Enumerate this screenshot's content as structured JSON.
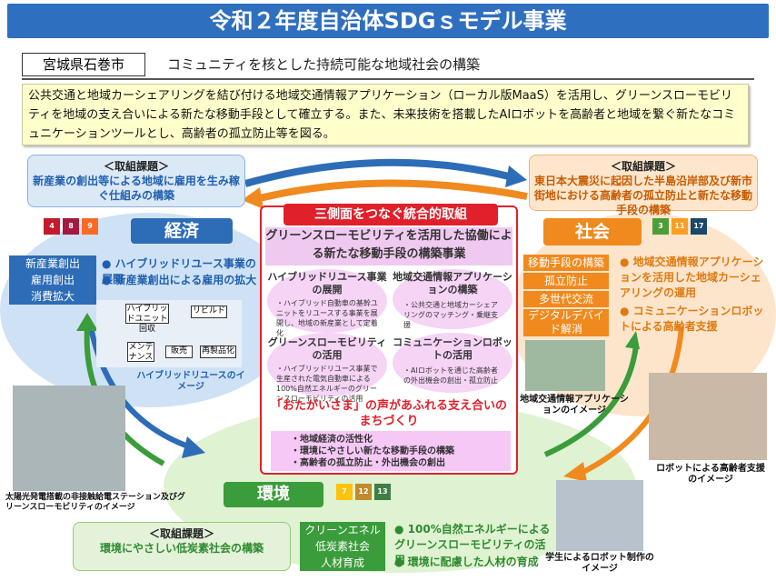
{
  "title": "令和２年度自治体SDGｓモデル事業",
  "city": "宮城県石巻市",
  "tagline": "コミュニティを核とした持続可能な地域社会の構築",
  "summary": "公共交通と地域カーシェアリングを結び付ける地域交通情報アプリケーション（ローカル版MaaS）を活用し、グリーンスローモビリティを地域の支え合いによる新たな移動手段として確立する。また、未来技術を搭載したAIロボットを高齢者と地域を繋ぐ新たなコミュニケーションツールとし、高齢者の孤立防止等を図る。",
  "kadai_header": "＜取組課題＞",
  "economy": {
    "kadai": "新産業の創出等による地域に雇用を生み稼ぐ仕組みの構築",
    "heading": "経済",
    "tags": [
      "新産業創出",
      "雇用創出",
      "消費拡大"
    ],
    "bullets": [
      "ハイブリッドリユース事業の展開",
      "新産業創出による雇用の拡大"
    ],
    "diagram": [
      "ハイブリッドユニット回収",
      "リビルド",
      "メンテナンス",
      "販売",
      "再製品化"
    ],
    "image_caption": "ハイブリッドリユースのイメージ",
    "sdgs": [
      "4",
      "8",
      "9"
    ]
  },
  "society": {
    "kadai": "東日本大震災に起因した半島沿岸部及び新市街地における高齢者の孤立防止と新たな移動手段の構築",
    "heading": "社会",
    "tags": [
      "移動手段の構築",
      "孤立防止",
      "多世代交流",
      "デジタルデバイド解消"
    ],
    "bullets": [
      "地域交通情報アプリケーションを活用した地域カーシェアリングの運用",
      "コミュニケーションロボットによる高齢者支援"
    ],
    "app_caption": "地域交通情報アプリケーションのイメージ",
    "robot_caption": "ロボットによる高齢者支援のイメージ",
    "sdgs": [
      "3",
      "11",
      "17"
    ]
  },
  "environment": {
    "kadai": "環境にやさしい低炭素社会の構築",
    "heading": "環境",
    "tags": [
      "クリーンエネルギー",
      "低炭素社会",
      "人材育成"
    ],
    "bullets": [
      "100%自然エネルギーによるグリーンスローモビリティの活用",
      "環境に配慮した人材の育成"
    ],
    "station_caption": "太陽光発電搭載の非接触給電ステーション及びグリーンスローモビリティのイメージ",
    "student_caption": "学生によるロボット制作のイメージ",
    "sdgs": [
      "7",
      "12",
      "13"
    ]
  },
  "center": {
    "header": "三側面をつなぐ統合的取組",
    "subtitle": "グリーンスローモビリティを活用した協働による新たな移動手段の構築事業",
    "cells": [
      {
        "title": "ハイブリッドリユース事業の展開",
        "body": "・ハイブリッド自動車の基幹ユニットをリユースする事業を展開し、地域の新産業として定着化"
      },
      {
        "title": "地域交通情報アプリケーションの構築",
        "body": "・公共交通と地域カーシェアリングのマッチング・乗継支援"
      },
      {
        "title": "グリーンスローモビリティの活用",
        "body": "・ハイブリッドリユース事業で生産された電気自動車による100%自然エネルギーのグリーンスローモビリティの活用"
      },
      {
        "title": "コミュニケーションロボットの活用",
        "body": "・AIロボットを通じた高齢者の外出機会の創出・孤立防止"
      }
    ],
    "motto": "「おたがいさま」の声があふれる支え合いのまちづくり",
    "outcomes": [
      "・地域経済の活性化",
      "・環境にやさしい新たな移動手段の構築",
      "・高齢者の孤立防止・外出機会の創出"
    ]
  },
  "colors": {
    "blue": "#2d6cb6",
    "orange": "#f08a1e",
    "green": "#3a9c3a",
    "red": "#e0202a"
  }
}
